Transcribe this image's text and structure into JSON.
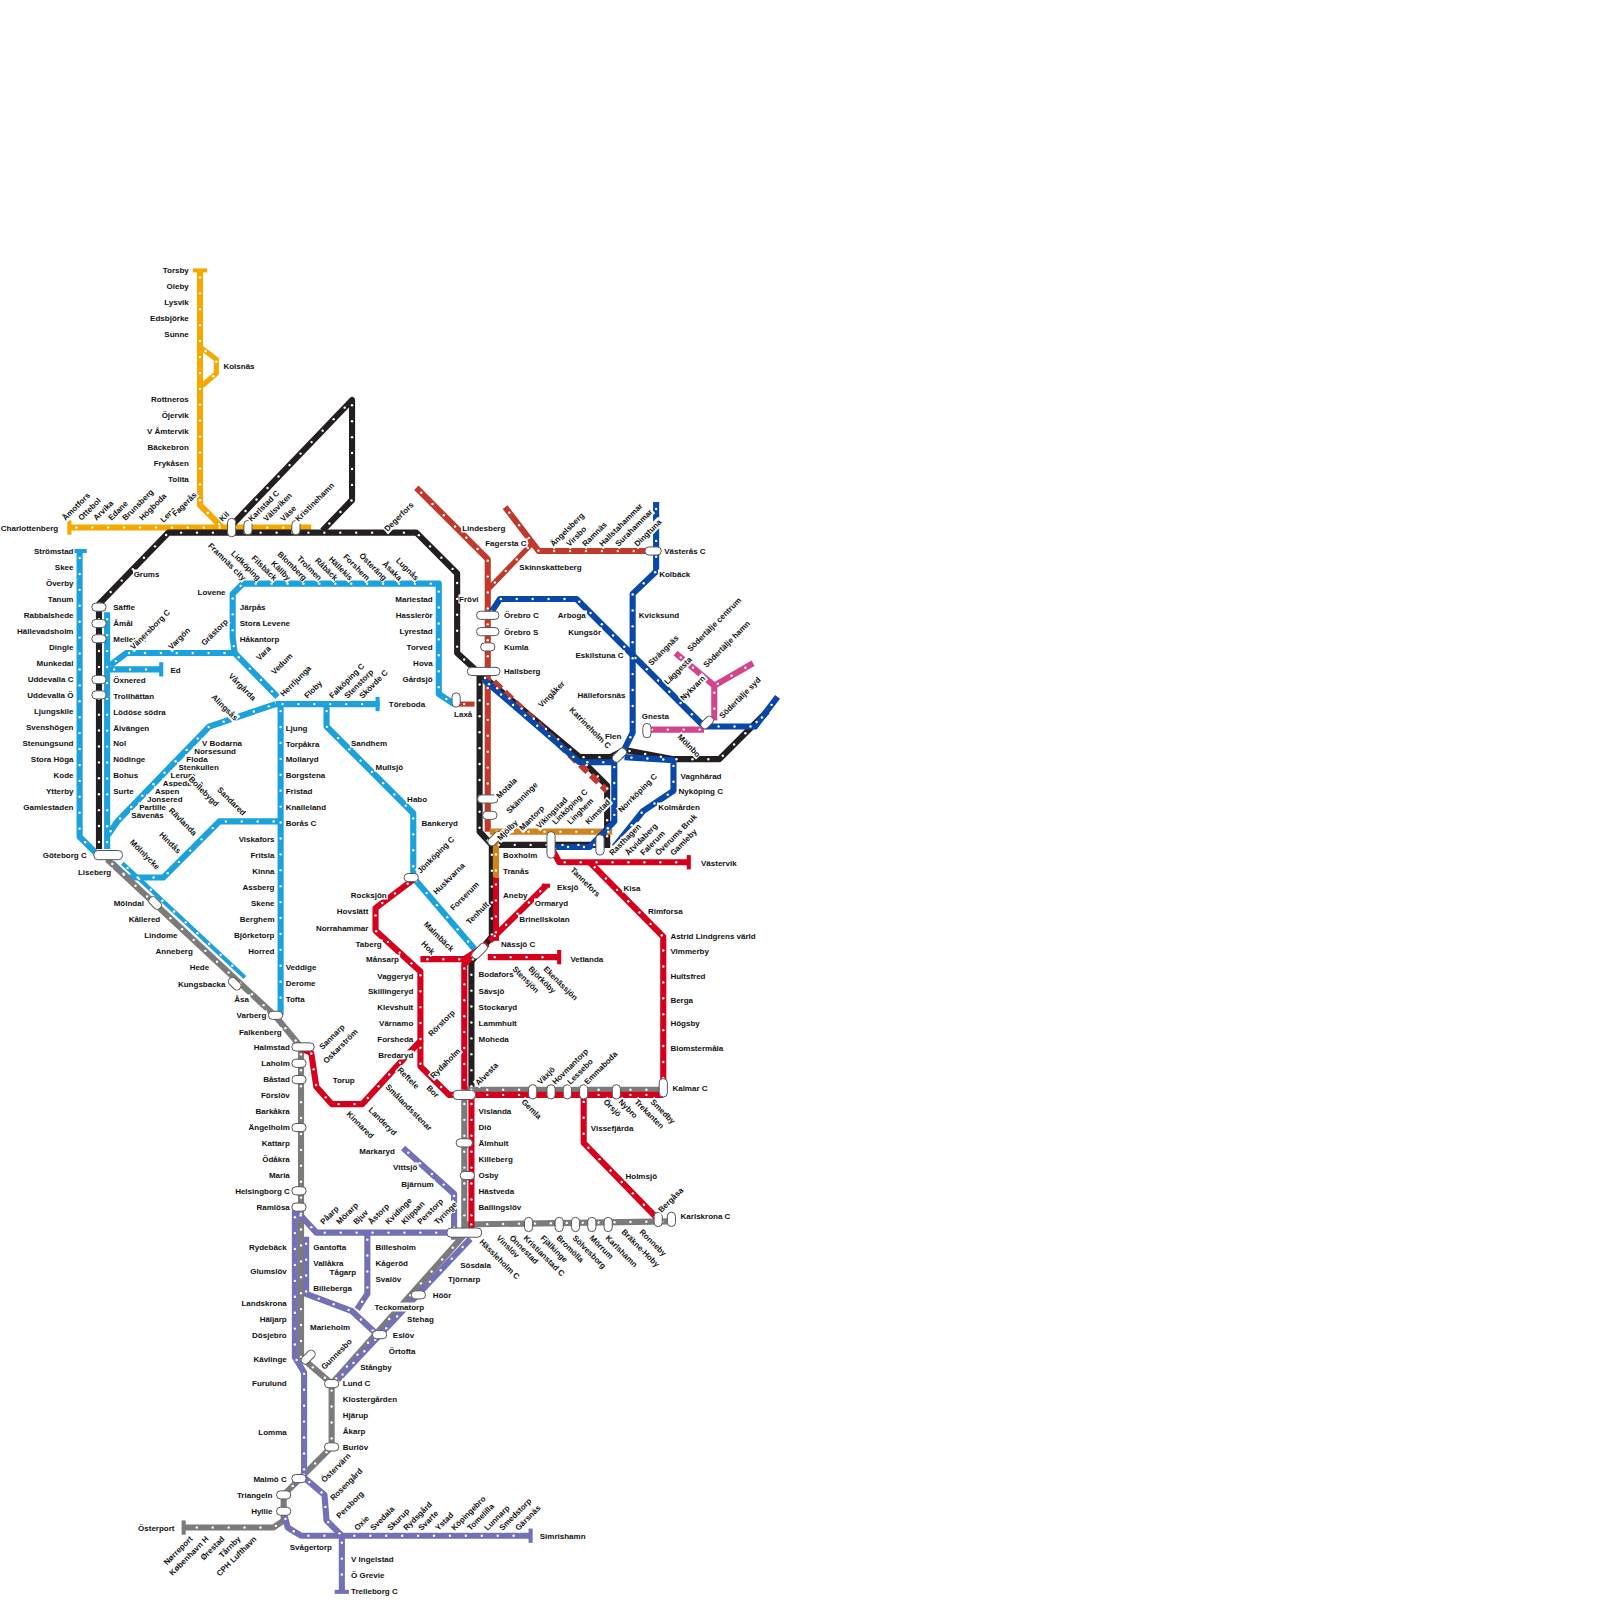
{
  "diagram": {
    "labels": [
      "Torsby",
      "Oleby",
      "Lysvik",
      "Edsbjörke",
      "Sunne",
      "Kolsnäs",
      "Rottneros",
      "Öjervik",
      "V Åmtervik",
      "Bäckebron",
      "Frykåsen",
      "Tolita",
      "Charlottenberg",
      "Åmotfors",
      "Ottebol",
      "Arvika",
      "Edane",
      "Brunsberg",
      "Högboda",
      "Lene",
      "Fagerås",
      "Kil",
      "Karlstad C",
      "Välsviken",
      "Väse",
      "Kristinehamn",
      "Degerfors",
      "Grums",
      "Säffle",
      "Åmål",
      "Mellerud",
      "Öxnered",
      "Trollhättan",
      "Lödöse södra",
      "Älvängen",
      "Nol",
      "Nödinge",
      "Bohus",
      "Surte",
      "Ed",
      "Strömstad",
      "Skee",
      "Överby",
      "Tanum",
      "Rabbalshede",
      "Hällevadsholm",
      "Dingle",
      "Munkedal",
      "Uddevalla C",
      "Uddevalla Ö",
      "Ljungskile",
      "Svenshögen",
      "Stenungsund",
      "Stora Höga",
      "Kode",
      "Ytterby",
      "Gamlestaden",
      "Göteborg C",
      "Liseberg",
      "Framnäs city",
      "Lidköping",
      "Filsbäck",
      "Källby",
      "Blomberg",
      "Trolmen",
      "Råbäck",
      "Hällekis",
      "Forshem",
      "Österäng",
      "Åsaka",
      "Lugnås",
      "Lovene",
      "Järpås",
      "Stora Levene",
      "Håkantorp",
      "Mariestad",
      "Hasslerör",
      "Lyrestad",
      "Torved",
      "Hova",
      "Gårdsjö",
      "Laxå",
      "Vänersborg C",
      "Vargön",
      "Grästorp",
      "Vara",
      "Vedum",
      "Herrljunga",
      "Floby",
      "Falköping C",
      "Stenstorp",
      "Skövde C",
      "Töreboda",
      "Vårgårda",
      "Alingsås",
      "V Bodarna",
      "Norsesund",
      "Floda",
      "Stenkullen",
      "Lerum",
      "Aspedalen",
      "Aspen",
      "Jonsered",
      "Partille",
      "Sävenäs",
      "Sandared",
      "Bollebygd",
      "Rävlanda",
      "Hindås",
      "Mölnlycke",
      "Ljung",
      "Torpåkra",
      "Mollaryd",
      "Borgstena",
      "Fristad",
      "Knalleland",
      "Borås C",
      "Viskafors",
      "Fritsla",
      "Kinna",
      "Assberg",
      "Skene",
      "Berghem",
      "Björketorp",
      "Horred",
      "Veddige",
      "Derome",
      "Tofta",
      "Sandhem",
      "Mullsjö",
      "Habo",
      "Bankeryd",
      "Jönköping C",
      "Huskvarna",
      "Forserum",
      "Tenhult",
      "Nässjö C",
      "Mölndal",
      "Kållered",
      "Lindome",
      "Anneberg",
      "Hede",
      "Kungsbacka",
      "Åsa",
      "Varberg",
      "Falkenberg",
      "Halmstad",
      "Laholm",
      "Båstad",
      "Förslöv",
      "Barkåkra",
      "Ängelholm",
      "Kattarp",
      "Ödåkra",
      "Maria",
      "Helsingborg C",
      "Ramlösa",
      "Rydebäck",
      "Glumslöv",
      "Landskrona",
      "Häljarp",
      "Dösjebro",
      "Kävlinge",
      "Furulund",
      "Lomma",
      "Malmö C",
      "Triangeln",
      "Hyllie",
      "Österport",
      "Nørreport",
      "København H",
      "Ørestad",
      "Tårnby",
      "CPH Lufthavn",
      "Lund C",
      "Klostergården",
      "Hjärup",
      "Åkarp",
      "Burlöv",
      "Östervärn",
      "Gunnesbo",
      "Stångby",
      "Örtofta",
      "Eslöv",
      "Stehag",
      "Höör",
      "Tjörnarp",
      "Sösdala",
      "Påarp",
      "Mörarp",
      "Bjuv",
      "Åstorp",
      "Kvidinge",
      "Klippan",
      "Perstorp",
      "Tyringe",
      "Gantofta",
      "Vallåkra",
      "Tågarp",
      "Billeberga",
      "Teckomatorp",
      "Marieholm",
      "Billesholm",
      "Kågeröd",
      "Svalöv",
      "Markaryd",
      "Vittsjö",
      "Bjärnum",
      "Rosengård",
      "Persborg",
      "Oxie",
      "Svedala",
      "Skurup",
      "Rydsgård",
      "Svarte",
      "Ystad",
      "Köpingebro",
      "Tomelilla",
      "Lunnarp",
      "Smedstorp",
      "Gärsnäs",
      "Simrishamn",
      "Svågertorp",
      "V Ingelstad",
      "Ö Grevie",
      "Trelleborg C",
      "Vislanda",
      "Diö",
      "Älmhult",
      "Killeberg",
      "Osby",
      "Hästveda",
      "Ballingslöv",
      "Alvesta",
      "Hässleholm C",
      "Vinslöv",
      "Önnestad",
      "Kristianstad C",
      "Fjälkinge",
      "Bromölla",
      "Sölvesborg",
      "Mörrum",
      "Karlshamn",
      "Bräkne-Hoby",
      "Ronneby",
      "Bergåsa",
      "Karlskrona C",
      "Gemla",
      "Växjö",
      "Hovmantorp",
      "Lessebo",
      "Emmaboda",
      "Örsjö",
      "Nybro",
      "Trekanten",
      "Smedby",
      "Kalmar C",
      "Vissefjärda",
      "Holmsjö",
      "Astrid Lindgrens värld",
      "Vimmerby",
      "Hultsfred",
      "Berga",
      "Högsby",
      "Blomstermåla",
      "Rimforsa",
      "Kisa",
      "Tannefors",
      "Rasthagen",
      "Åtvidaberg",
      "Falerum",
      "Överums Bruk",
      "Gamleby",
      "Västervik",
      "Mjölby",
      "Mantorp",
      "Vikingstad",
      "Linköping C",
      "Linghem",
      "Kimstad",
      "Norrköping C",
      "Motala",
      "Skänninge",
      "Boxholm",
      "Tranås",
      "Örebro C",
      "Örebro S",
      "Kumla",
      "Hallsberg",
      "Frövi",
      "Lindesberg",
      "Fagersta C",
      "Skinnskatteberg",
      "Ängelsberg",
      "Virsbo",
      "Ramnäs",
      "Hallstahammar",
      "Surahammar",
      "Dingtuna",
      "Västerås C",
      "Kolbäck",
      "Kvicksund",
      "Arboga",
      "Kungsör",
      "Eskilstuna C",
      "Strängnäs",
      "Läggesta",
      "Nykvarn",
      "Södertälje centrum",
      "Södertälje hamn",
      "Södertälje syd",
      "Hälleforsnäs",
      "Katrineholm C",
      "Flen",
      "Gnesta",
      "Mölnbo",
      "Vingåker",
      "Vagnhärad",
      "Nyköping C",
      "Kolmården",
      "Rocksjön",
      "Hovslätt",
      "Norrahammar",
      "Taberg",
      "Månsarp",
      "Vaggeryd",
      "Skillingeryd",
      "Klevshult",
      "Värnamo",
      "Forsheda",
      "Bredaryd",
      "Reftele",
      "Smålandsstenar",
      "Landeryd",
      "Kinnared",
      "Torup",
      "Oskarström",
      "Sannarp",
      "Malmbäck",
      "Hok",
      "Bodafors",
      "Sävsjö",
      "Stockaryd",
      "Lammhult",
      "Moheda",
      "Rydaholm",
      "Rörstorp",
      "Bor",
      "Aneby",
      "Eksjö",
      "Ormaryd",
      "Brinellskolan",
      "Vetlanda",
      "Stensjön",
      "Björköby",
      "Ekenässjön"
    ]
  }
}
